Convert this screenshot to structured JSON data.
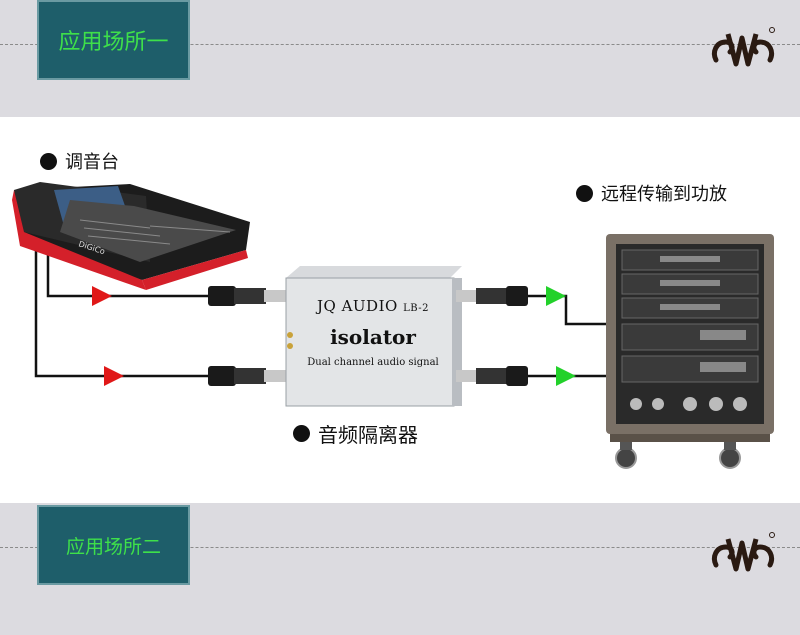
{
  "header": {
    "title": "应用场所一"
  },
  "footer": {
    "title": "应用场所二"
  },
  "diagram": {
    "mixer_label": "调音台",
    "amp_label": "远程传输到功放",
    "isolator_label": "音频隔离器",
    "isolator_brand": "JQ AUDIO",
    "isolator_model": "LB-2",
    "isolator_name": "isolator",
    "isolator_desc": "Dual channel audio signal"
  },
  "colors": {
    "band_bg": "#dcdbe0",
    "tab_bg": "#1e5e6a",
    "tab_text": "#3ee04a",
    "arrow_in": "#e01818",
    "arrow_out": "#22d12a"
  }
}
